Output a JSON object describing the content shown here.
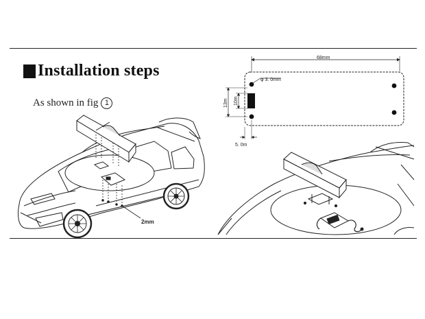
{
  "title": "Installation steps",
  "caption": "As shown in fig",
  "figure_number": "1",
  "dimensions": {
    "length": "68mm",
    "hole_diameter": "φ 3. 0mm",
    "height_outer": "13m",
    "height_inner": "10m",
    "offset": "5. 0m"
  },
  "screw_label": "2mm"
}
